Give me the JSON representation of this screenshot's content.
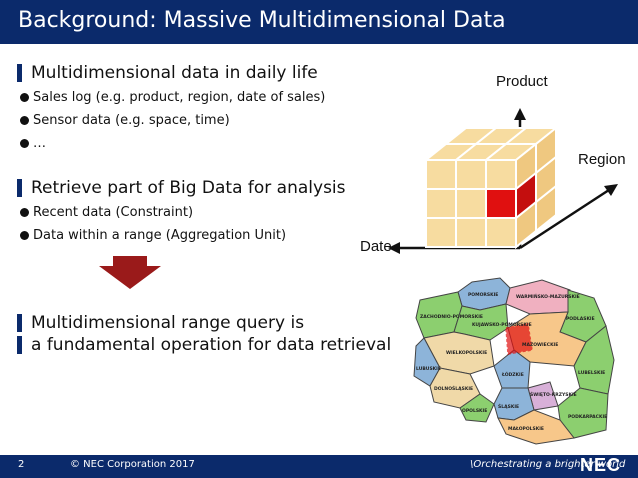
{
  "header": {
    "title": "Background: Massive Multidimensional Data"
  },
  "sections": [
    {
      "heading": "Multidimensional data in daily life",
      "bullets": [
        "Sales log (e.g. product, region, date of sales)",
        "Sensor data (e.g. space, time)",
        "…"
      ]
    },
    {
      "heading": "Retrieve part of Big Data for analysis",
      "bullets": [
        "Recent data (Constraint)",
        "Data within a range (Aggregation Unit)"
      ]
    },
    {
      "heading_line1": "Multidimensional range query is",
      "heading_line2": "a fundamental operation for data retrieval"
    }
  ],
  "cube": {
    "axis_product": "Product",
    "axis_region": "Region",
    "axis_date": "Date",
    "cell_color": "#f7dca0",
    "highlight_color": "#e01010"
  },
  "map": {
    "regions": [
      "POMORSKIE",
      "WARMIŃSKO-MAZURSKIE",
      "ZACHODNIO-POMORSKIE",
      "PODLASKIE",
      "KUJAWSKO-POMORSKIE",
      "MAZOWIECKIE",
      "WIELKOPOLSKIE",
      "LUBUSKIE",
      "ŁÓDZKIE",
      "LUBELSKIE",
      "DOLNOŚLĄSKIE",
      "ŚWIĘTO-KRZYSKIE",
      "OPOLSKIE",
      "ŚLĄSKIE",
      "PODKARPACKIE",
      "MAŁOPOLSKIE"
    ]
  },
  "footer": {
    "page_number": "2",
    "copyright": "© NEC Corporation 2017",
    "tagline": "\\Orchestrating a brighter world",
    "logo": "NEC"
  },
  "colors": {
    "navy": "#0b2a6b",
    "arrow_red": "#9a1a1a"
  }
}
